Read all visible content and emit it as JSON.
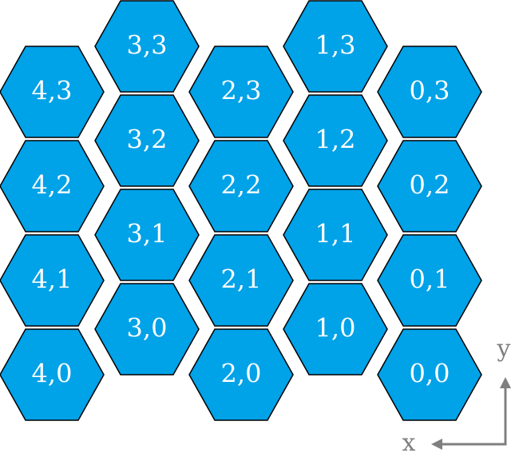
{
  "colors": {
    "hex_fill": "#00a2e8",
    "hex_stroke": "#000000",
    "hex_text": "#ffffff",
    "axis": "#7f7f7f"
  },
  "axes": {
    "x_label": "x",
    "y_label": "y"
  },
  "hexes": [
    {
      "label": "4,3",
      "col": 4,
      "row": 3
    },
    {
      "label": "4,2",
      "col": 4,
      "row": 2
    },
    {
      "label": "4,1",
      "col": 4,
      "row": 1
    },
    {
      "label": "4,0",
      "col": 4,
      "row": 0
    },
    {
      "label": "3,3",
      "col": 3,
      "row": 3
    },
    {
      "label": "3,2",
      "col": 3,
      "row": 2
    },
    {
      "label": "3,1",
      "col": 3,
      "row": 1
    },
    {
      "label": "3,0",
      "col": 3,
      "row": 0
    },
    {
      "label": "2,3",
      "col": 2,
      "row": 3
    },
    {
      "label": "2,2",
      "col": 2,
      "row": 2
    },
    {
      "label": "2,1",
      "col": 2,
      "row": 1
    },
    {
      "label": "2,0",
      "col": 2,
      "row": 0
    },
    {
      "label": "1,3",
      "col": 1,
      "row": 3
    },
    {
      "label": "1,2",
      "col": 1,
      "row": 2
    },
    {
      "label": "1,1",
      "col": 1,
      "row": 1
    },
    {
      "label": "1,0",
      "col": 1,
      "row": 0
    },
    {
      "label": "0,3",
      "col": 0,
      "row": 3
    },
    {
      "label": "0,2",
      "col": 0,
      "row": 2
    },
    {
      "label": "0,1",
      "col": 0,
      "row": 1
    },
    {
      "label": "0,0",
      "col": 0,
      "row": 0
    }
  ]
}
